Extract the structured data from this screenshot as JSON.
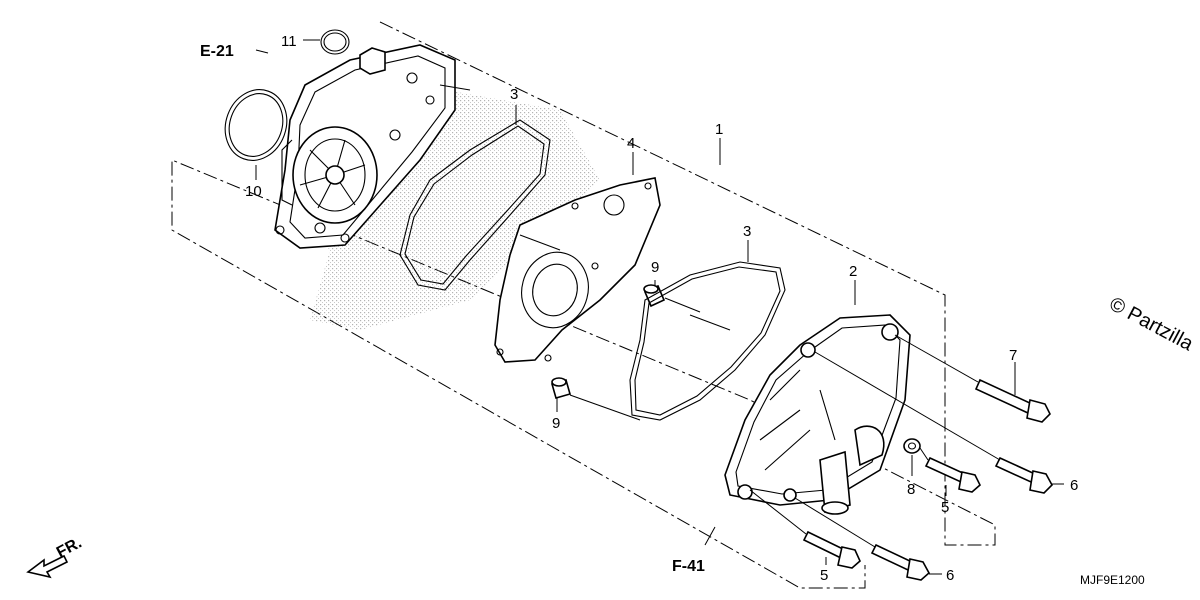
{
  "callouts": {
    "c1": "1",
    "c2": "2",
    "c3a": "3",
    "c3b": "3",
    "c4": "4",
    "c5a": "5",
    "c5b": "5",
    "c6a": "6",
    "c6b": "6",
    "c7": "7",
    "c8": "8",
    "c9a": "9",
    "c9b": "9",
    "c10": "10",
    "c11": "11"
  },
  "references": {
    "top_left": "E-21",
    "bottom": "F-41"
  },
  "front_marker": "FR.",
  "diagram_code": "MJF9E1200",
  "watermark": "© Partzilla"
}
